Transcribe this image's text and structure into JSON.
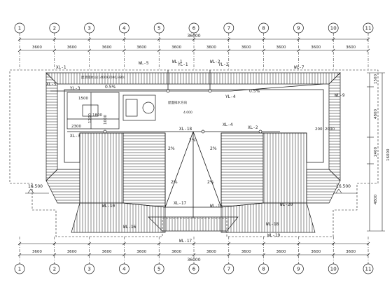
{
  "grid": {
    "axes": [
      "1",
      "2",
      "3",
      "4",
      "5",
      "6",
      "7",
      "8",
      "9",
      "10",
      "11"
    ],
    "bay_spacing": "3600",
    "total_width": "36000"
  },
  "right_dims": {
    "segments": [
      "1500",
      "4800",
      "2400",
      "4800"
    ],
    "total": "16000"
  },
  "elevations": {
    "left": "16.500",
    "right": "16.500"
  },
  "lines": {
    "wl1": "WL-1",
    "wl2": "WL-2",
    "wl5": "WL-5",
    "wl7": "WL-7",
    "wl9": "WL-9",
    "wl10": "WL-10",
    "wl15": "WL-15",
    "wl16": "WL-16",
    "wl17": "WL-17",
    "wl18": "WL-18",
    "wl19": "WL-19",
    "wl20": "WL-20",
    "yl1": "YL-1",
    "yl2": "YL-2",
    "yl3": "YL-3",
    "yl4": "YL-4",
    "xl1": "XL-1",
    "xl2": "XL-2",
    "xl3": "XL-3",
    "xl4": "XL-4",
    "xl5": "XL-5",
    "xl17": "XL-17",
    "xl18": "XL-18"
  },
  "slopes": {
    "a": "0.5%",
    "b": "0.5%",
    "c": "2%",
    "d": "2%",
    "e": "2%",
    "f": "2%",
    "g": "2%"
  },
  "dims_inner": {
    "d1500": "1500",
    "d1800": "1800",
    "d1200": "1200",
    "d2300": "2300",
    "d2000": "2000",
    "d200": "200",
    "d1000": "1000"
  },
  "notes": {
    "n1": "屋顶雨水斗(1400X2000,H80)",
    "n2": "屋面排水方向",
    "n3": "4.000"
  },
  "colors": {
    "line": "#1a1a1a",
    "hatch": "#555555"
  }
}
